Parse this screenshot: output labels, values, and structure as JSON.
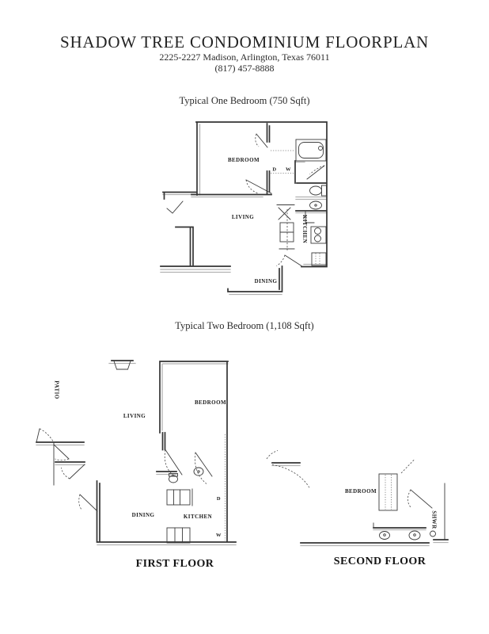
{
  "page": {
    "title": "SHADOW TREE CONDOMINIUM FLOORPLAN",
    "address": "2225-2227 Madison, Arlington, Texas 76011",
    "phone": "(817) 457-8888"
  },
  "colors": {
    "ink": "#343434",
    "ink_light": "#b2b2b2",
    "paper": "#ffffff"
  },
  "one_bedroom": {
    "caption": "Typical One Bedroom (750 Sqft)",
    "labels": {
      "bedroom": "BEDROOM",
      "living": "LIVING",
      "kitchen": "KITCHEN",
      "dining": "DINING",
      "dryer": "D",
      "washer": "W"
    }
  },
  "two_bedroom": {
    "caption": "Typical Two Bedroom (1,108 Sqft)",
    "first_floor": {
      "label": "FIRST FLOOR",
      "labels": {
        "patio": "PATIO",
        "living": "LIVING",
        "bedroom": "BEDROOM",
        "dining": "DINING",
        "kitchen": "KITCHEN",
        "dryer": "D",
        "washer": "W"
      }
    },
    "second_floor": {
      "label": "SECOND FLOOR",
      "labels": {
        "bedroom": "BEDROOM",
        "shower": "SHWR"
      }
    }
  }
}
